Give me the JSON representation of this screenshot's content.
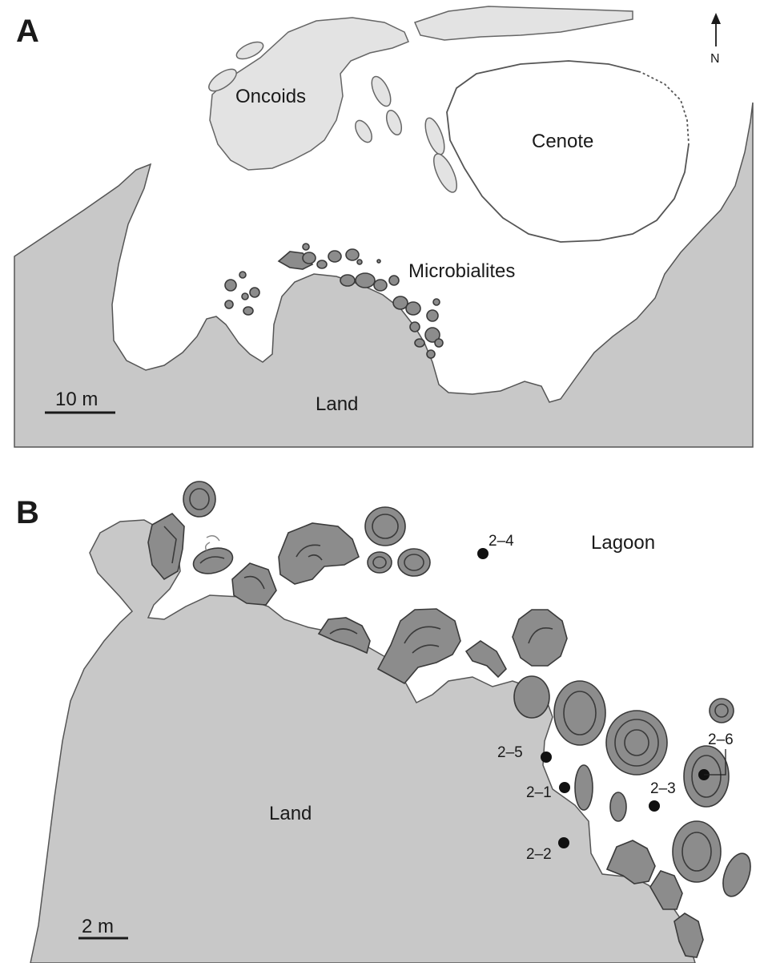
{
  "panel_a": {
    "letter": "A",
    "labels": {
      "oncoids": "Oncoids",
      "cenote": "Cenote",
      "microbialites": "Microbialites",
      "land": "Land"
    },
    "north": "N",
    "scale": "10 m"
  },
  "panel_b": {
    "letter": "B",
    "labels": {
      "lagoon": "Lagoon",
      "land": "Land"
    },
    "scale": "2 m",
    "sites": [
      "2–1",
      "2–2",
      "2–3",
      "2–4",
      "2–5",
      "2–6"
    ]
  },
  "colors": {
    "land": "#c8c8c8",
    "oncoids": "#e3e3e3",
    "microbialite": "#8c8c8c",
    "outline": "#555555"
  },
  "icons": [
    "north-arrow-icon"
  ]
}
